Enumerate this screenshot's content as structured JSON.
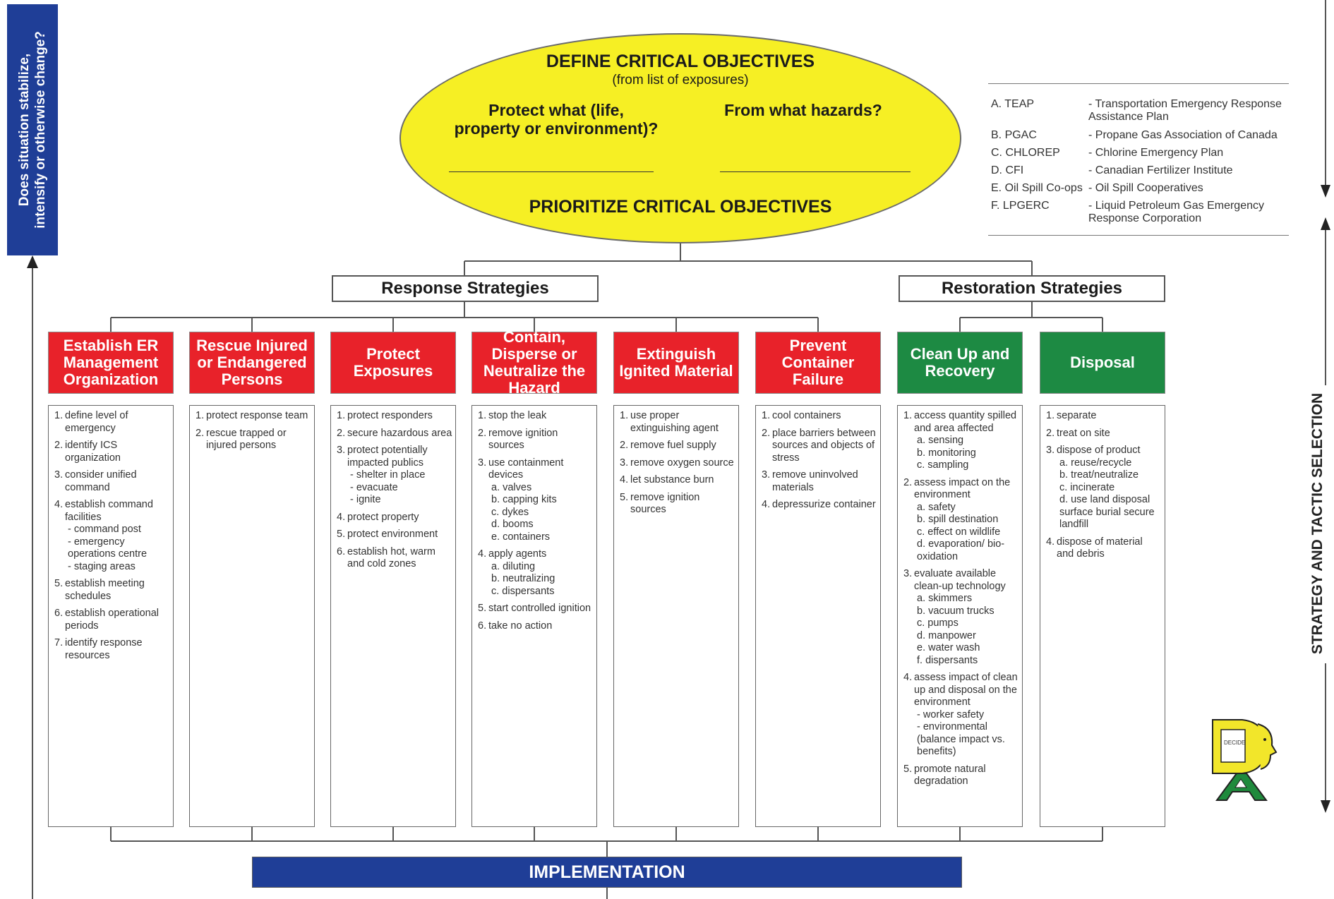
{
  "side_question": [
    "Does situation stabilize,",
    "intensify or otherwise change?"
  ],
  "objectives": {
    "title": "DEFINE CRITICAL OBJECTIVES",
    "subtitle": "(from list of exposures)",
    "question_left": [
      "Protect what (life,",
      "property or environment)?"
    ],
    "question_right": "From what hazards?",
    "prioritize": "PRIORITIZE CRITICAL OBJECTIVES"
  },
  "legend": [
    {
      "key": "A. TEAP",
      "value": "- Transportation Emergency Response Assistance Plan"
    },
    {
      "key": "B. PGAC",
      "value": "- Propane Gas Association of Canada"
    },
    {
      "key": "C. CHLOREP",
      "value": "- Chlorine Emergency Plan"
    },
    {
      "key": "D. CFI",
      "value": "- Canadian Fertilizer Institute"
    },
    {
      "key": "E. Oil Spill Co-ops",
      "value": "- Oil Spill Cooperatives"
    },
    {
      "key": "F. LPGERC",
      "value": "- Liquid Petroleum Gas Emergency Response Corporation"
    }
  ],
  "response_strategies": "Response Strategies",
  "restoration_strategies": "Restoration Strategies",
  "categories": [
    {
      "title": "Establish ER Management Organization",
      "color": "#e8222a",
      "items": [
        {
          "n": "1.",
          "text": "define level of emergency"
        },
        {
          "n": "2.",
          "text": "identify ICS organization"
        },
        {
          "n": "3.",
          "text": "consider unified command"
        },
        {
          "n": "4.",
          "text": "establish command facilities",
          "subs": [
            "- command post",
            "- emergency operations centre",
            "- staging areas"
          ]
        },
        {
          "n": "5.",
          "text": "establish meeting schedules"
        },
        {
          "n": "6.",
          "text": "establish operational periods"
        },
        {
          "n": "7.",
          "text": "identify response resources"
        }
      ]
    },
    {
      "title": "Rescue Injured or Endangered Persons",
      "color": "#e8222a",
      "items": [
        {
          "n": "1.",
          "text": "protect response team"
        },
        {
          "n": "2.",
          "text": "rescue trapped or injured persons"
        }
      ]
    },
    {
      "title": "Protect Exposures",
      "color": "#e8222a",
      "items": [
        {
          "n": "1.",
          "text": "protect responders"
        },
        {
          "n": "2.",
          "text": "secure hazardous area"
        },
        {
          "n": "3.",
          "text": "protect potentially impacted publics",
          "subs": [
            "- shelter in place",
            "- evacuate",
            "- ignite"
          ]
        },
        {
          "n": "4.",
          "text": "protect property"
        },
        {
          "n": "5.",
          "text": "protect environment"
        },
        {
          "n": "6.",
          "text": "establish hot, warm and cold zones"
        }
      ]
    },
    {
      "title": "Contain, Disperse or Neutralize the Hazard",
      "color": "#e8222a",
      "items": [
        {
          "n": "1.",
          "text": "stop the leak"
        },
        {
          "n": "2.",
          "text": "remove ignition sources"
        },
        {
          "n": "3.",
          "text": "use containment devices",
          "subs": [
            "a. valves",
            "b. capping kits",
            "c. dykes",
            "d. booms",
            "e. containers"
          ]
        },
        {
          "n": "4.",
          "text": "apply agents",
          "subs": [
            "a. diluting",
            "b. neutralizing",
            "c. dispersants"
          ]
        },
        {
          "n": "5.",
          "text": "start controlled ignition"
        },
        {
          "n": "6.",
          "text": "take no action"
        }
      ]
    },
    {
      "title": "Extinguish Ignited Material",
      "color": "#e8222a",
      "items": [
        {
          "n": "1.",
          "text": "use proper extinguishing agent"
        },
        {
          "n": "2.",
          "text": "remove fuel supply"
        },
        {
          "n": "3.",
          "text": "remove oxygen source"
        },
        {
          "n": "4.",
          "text": "let substance burn"
        },
        {
          "n": "5.",
          "text": "remove ignition sources"
        }
      ]
    },
    {
      "title": "Prevent Container Failure",
      "color": "#e8222a",
      "items": [
        {
          "n": "1.",
          "text": "cool containers"
        },
        {
          "n": "2.",
          "text": "place barriers between sources and objects of stress"
        },
        {
          "n": "3.",
          "text": "remove uninvolved materials"
        },
        {
          "n": "4.",
          "text": "depressurize container"
        }
      ]
    },
    {
      "title": "Clean Up and Recovery",
      "color": "#1d8a43",
      "items": [
        {
          "n": "1.",
          "text": "access quantity spilled and area affected",
          "subs": [
            "a. sensing",
            "b. monitoring",
            "c. sampling"
          ]
        },
        {
          "n": "2.",
          "text": "assess impact on the environment",
          "subs": [
            "a. safety",
            "b. spill destination",
            "c. effect on wildlife",
            "d. evaporation/ bio-oxidation"
          ]
        },
        {
          "n": "3.",
          "text": "evaluate available clean-up technology",
          "subs": [
            "a. skimmers",
            "b. vacuum trucks",
            "c. pumps",
            "d. manpower",
            "e. water wash",
            "f. dispersants"
          ]
        },
        {
          "n": "4.",
          "text": "assess impact of clean up and disposal on the environment",
          "subs": [
            "- worker safety",
            "- environmental (balance impact vs. benefits)"
          ]
        },
        {
          "n": "5.",
          "text": "promote natural degradation"
        }
      ]
    },
    {
      "title": "Disposal",
      "color": "#1d8a43",
      "items": [
        {
          "n": "1.",
          "text": "separate"
        },
        {
          "n": "2.",
          "text": "treat on site"
        },
        {
          "n": "3.",
          "text": "dispose of product",
          "subs": [
            "a. reuse/recycle",
            "b. treat/neutralize",
            "c. incinerate",
            "d. use land disposal surface burial secure landfill"
          ]
        },
        {
          "n": "4.",
          "text": "dispose of material and debris"
        }
      ]
    }
  ],
  "implementation": "IMPLEMENTATION",
  "right_label": "STRATEGY AND TACTIC SELECTION",
  "logo": {
    "word": "DECIDE",
    "brand_yellow": "#f2e62a",
    "brand_green": "#1f8a3c"
  }
}
